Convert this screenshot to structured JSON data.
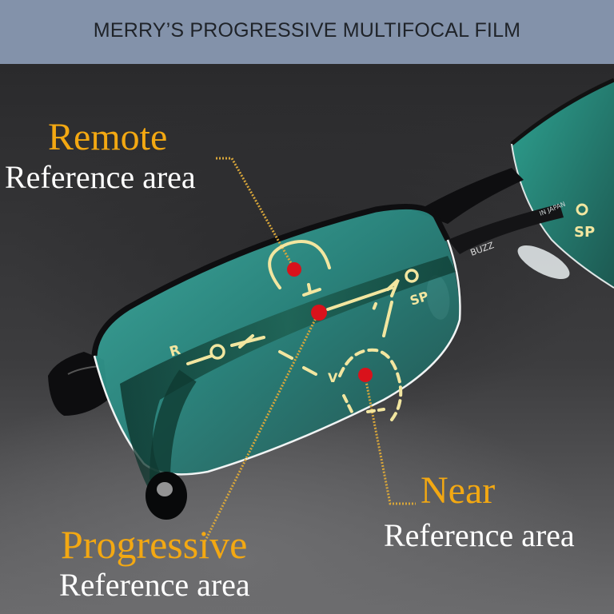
{
  "banner": {
    "title": "MERRY’S PROGRESSIVE MULTIFOCAL FILM",
    "background": "#8392aa",
    "text_color": "#1f2329"
  },
  "callouts": [
    {
      "id": "remote",
      "title": "Remote",
      "subtitle": "Reference area"
    },
    {
      "id": "near",
      "title": "Near",
      "subtitle": "Reference area"
    },
    {
      "id": "progressive",
      "title": "Progressive",
      "subtitle": "Reference area"
    }
  ],
  "lens_markings": {
    "left_letter": "R",
    "circle_marks": [
      "O",
      "O"
    ],
    "right_label": "SP",
    "frame_engraving": "BUZZ",
    "temple_engraving": "IN JAPAN",
    "near_marker": "V",
    "fitting_cross": "T"
  },
  "colors": {
    "accent_gold": "#f3a812",
    "marker_red": "#d9121b",
    "marking_yellow": "#f2e6a0",
    "lens_teal": "#2f9c92"
  }
}
